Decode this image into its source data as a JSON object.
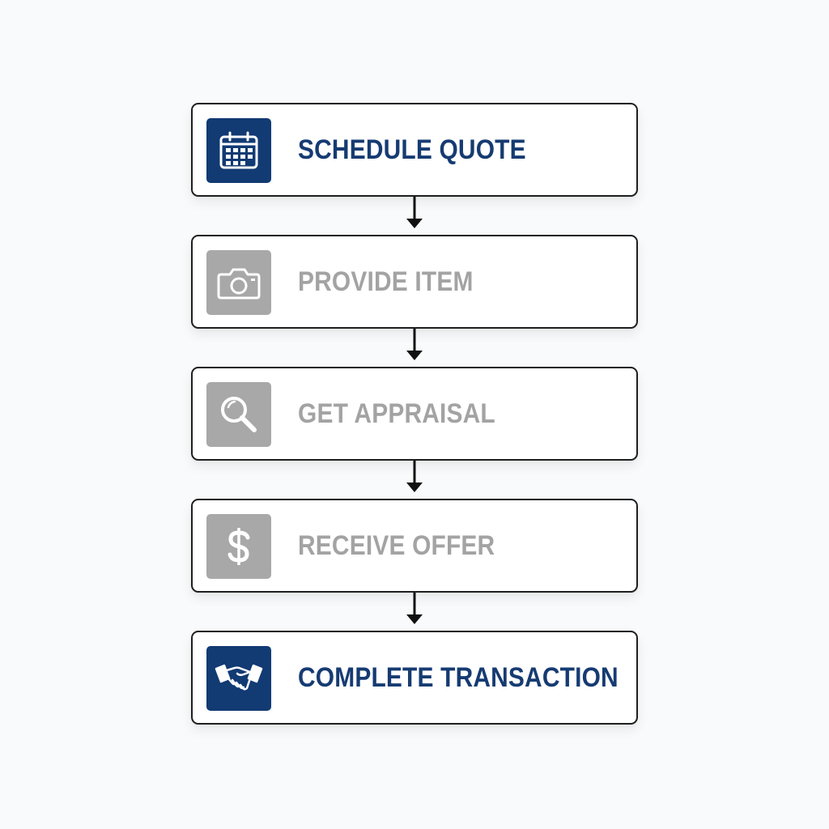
{
  "colors": {
    "active_fill": "#123a73",
    "active_text": "#163b72",
    "inactive_fill": "#a8a8a8",
    "inactive_text": "#a3a3a3",
    "border": "#1f1f1f",
    "arrow": "#111111"
  },
  "steps": [
    {
      "label": "SCHEDULE QUOTE",
      "icon": "calendar-icon",
      "state": "active"
    },
    {
      "label": "PROVIDE ITEM",
      "icon": "camera-icon",
      "state": "inactive"
    },
    {
      "label": "GET APPRAISAL",
      "icon": "magnifier-icon",
      "state": "inactive"
    },
    {
      "label": "RECEIVE OFFER",
      "icon": "dollar-icon",
      "state": "inactive"
    },
    {
      "label": "COMPLETE TRANSACTION",
      "icon": "handshake-icon",
      "state": "active"
    }
  ]
}
